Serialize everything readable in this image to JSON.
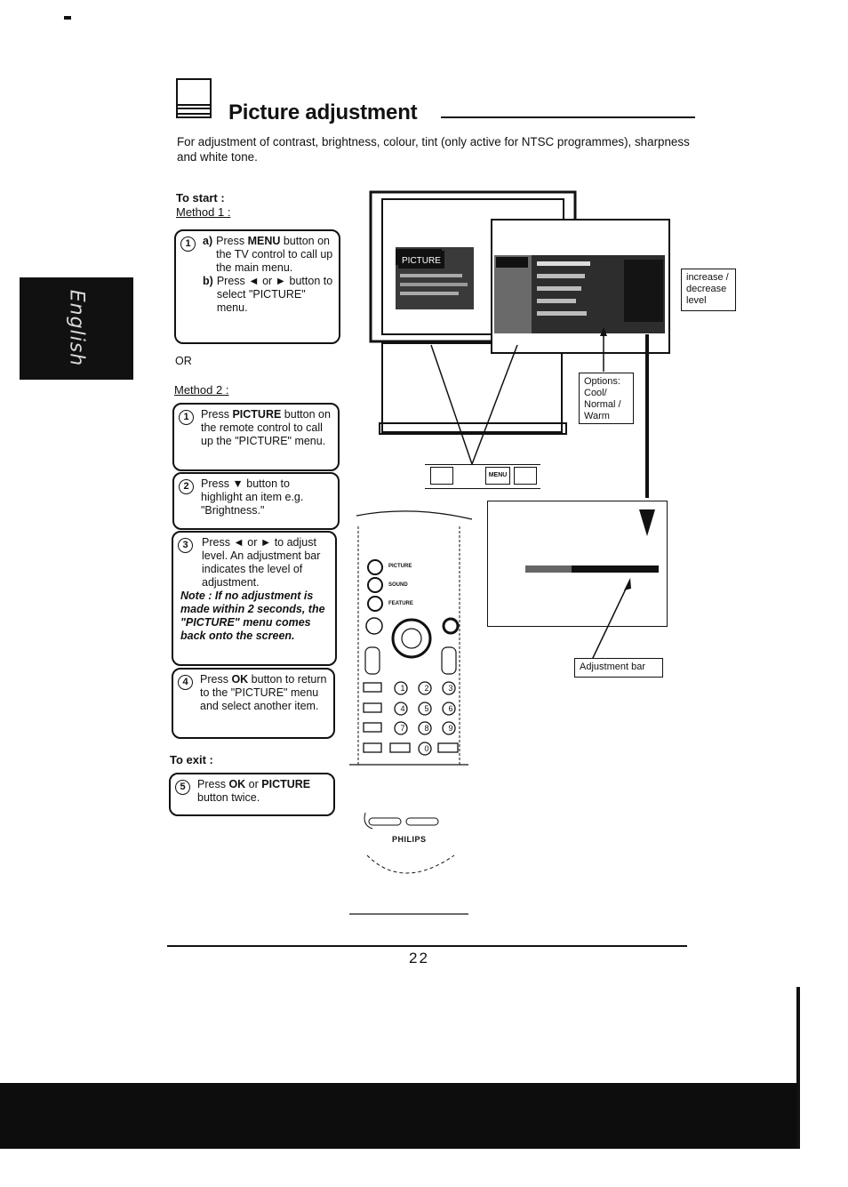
{
  "side_tab": {
    "label": "English"
  },
  "header": {
    "title": "Picture adjustment"
  },
  "intro": "For adjustment of contrast, brightness, colour, tint (only active for NTSC programmes), sharpness and white tone.",
  "to_start": {
    "label": "To start :",
    "method1": "Method 1 :",
    "or": "OR",
    "method2": "Method 2 :"
  },
  "method1_step": {
    "num": "1",
    "a_marker": "a)",
    "a_text_1": "Press",
    "a_bold": "MENU",
    "a_text_2": "button on the TV control to call up the main menu.",
    "b_marker": "b)",
    "b_text": "Press ◄ or ► button to select \"PICTURE\" menu."
  },
  "method2_steps": [
    {
      "num": "1",
      "pre": "Press",
      "bold": "PICTURE",
      "post": "button on the remote control to call up the \"PICTURE\" menu."
    },
    {
      "num": "2",
      "pre": "Press ▼ button to highlight an item e.g. \"Brightness.\"",
      "bold": "",
      "post": ""
    },
    {
      "num": "3",
      "pre": "Press ◄ or ► to adjust level. An adjustment bar indicates the level of adjustment.",
      "bold": "",
      "post": "",
      "note": "Note : If no adjustment is made within 2 seconds, the \"PICTURE\" menu comes back onto the screen."
    },
    {
      "num": "4",
      "pre": "Press",
      "bold": "OK",
      "post": "button to return to the \"PICTURE\" menu and select another item."
    }
  ],
  "to_exit": {
    "label": "To exit :"
  },
  "exit_step": {
    "num": "5",
    "pre": "Press",
    "bold1": "OK",
    "mid": "or",
    "bold2": "PICTURE",
    "post": "button twice."
  },
  "diagram": {
    "menu_tag": "PICTURE",
    "menu_button": "MENU",
    "callout_level": "increase / decrease level",
    "callout_options": "Options: Cool/ Normal / Warm",
    "callout_adjust": "Adjustment bar",
    "remote_brand": "PHILIPS",
    "remote_keys": [
      "PICTURE",
      "SOUND",
      "FEATURE"
    ],
    "remote_digits": [
      "1",
      "2",
      "3",
      "4",
      "5",
      "6",
      "7",
      "8",
      "9",
      "0"
    ]
  },
  "footer": {
    "page_number": "22"
  }
}
